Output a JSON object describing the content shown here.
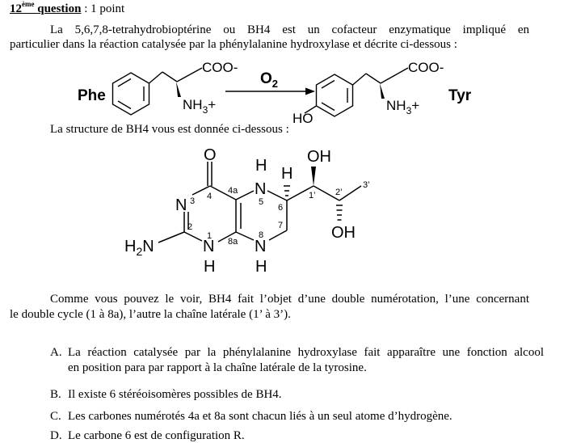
{
  "question": {
    "number": "12",
    "ordinal_suffix": "ème",
    "word": "question",
    "points": " : 1 point"
  },
  "intro": {
    "line1": "La 5,6,7,8-tetrahydrobioptérine ou BH4 est un cofacteur enzymatique impliqué en",
    "line2": "particulier dans la réaction catalysée par la phénylalanine hydroxylase et décrite ci-dessous :"
  },
  "reaction": {
    "substrate": "Phe",
    "product": "Tyr",
    "reagent": "O",
    "reagent_sub": "2",
    "carboxylate": "COO-",
    "amine": "NH",
    "amine_sub": "3",
    "amine_charge": "+",
    "hydroxyl": "HO"
  },
  "structure_intro": "La structure de BH4 vous est donnée ci-dessous :",
  "bh4": {
    "O": "O",
    "N": "N",
    "H": "H",
    "OH": "OH",
    "H2N_H": "H",
    "H2N_sub": "2",
    "H2N_N": "N",
    "labels": [
      "1",
      "2",
      "3",
      "4",
      "4a",
      "5",
      "6",
      "7",
      "8",
      "8a",
      "1’",
      "2’",
      "3’"
    ]
  },
  "comment": {
    "line1": "Comme vous pouvez le voir, BH4 fait l’objet d’une double numérotation, l’une concernant",
    "line2": "le double cycle (1 à 8a), l’autre la chaîne latérale (1’ à 3’)."
  },
  "options": [
    {
      "letter": "A.",
      "line1": "La réaction catalysée par la phénylalanine hydroxylase fait apparaître une fonction alcool",
      "line2": "en position para par rapport à la chaîne latérale de la tyrosine."
    },
    {
      "letter": "B.",
      "line1": "Il existe 6 stéréoisomères possibles de BH4."
    },
    {
      "letter": "C.",
      "line1": "Les carbones numérotés 4a et 8a sont chacun liés à un seul atome d’hydrogène."
    },
    {
      "letter": "D.",
      "line1": "Le carbone 6 est de configuration R."
    }
  ]
}
